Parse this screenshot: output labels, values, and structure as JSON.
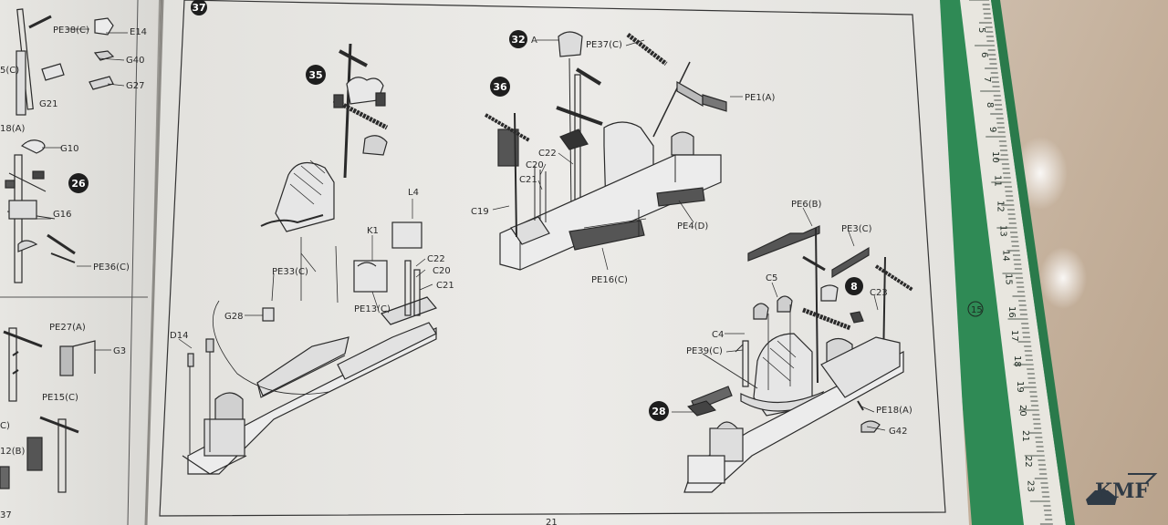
{
  "labels_left": [
    "PE38(C)",
    "E14",
    "G40",
    "G27",
    "G21",
    "G10",
    "G16",
    "PE36(C)",
    "PE27(A)",
    "G3",
    "PE15(C)"
  ],
  "labels_left_partial": [
    "5(C)",
    "18(A)",
    "C)",
    "12(B)",
    "37"
  ],
  "labels_main": [
    "A",
    "PE37(C)",
    "PE1(A)",
    "C22",
    "C20",
    "C21",
    "C19",
    "PE4(D)",
    "PE16(C)",
    "L4",
    "K1",
    "C22",
    "C20",
    "C21",
    "PE33(C)",
    "PE13(C)",
    "G28",
    "D14",
    "PE6(B)",
    "PE3(C)",
    "C5",
    "C23",
    "C4",
    "PE39(C)",
    "PE18(A)",
    "G42"
  ],
  "step_numbers": [
    "37",
    "35",
    "32",
    "36",
    "26",
    "8",
    "28"
  ],
  "page_number": "21",
  "ruler_numbers": [
    "5",
    "6",
    "7",
    "8",
    "9",
    "10",
    "11",
    "12",
    "13",
    "14",
    "15",
    "16",
    "17",
    "18",
    "19",
    "20",
    "21",
    "22",
    "23"
  ],
  "ruler_circle": "15",
  "logo_text": "KMF",
  "colors": {
    "paper": "#e9e8e4",
    "ruler": "#2f8a55",
    "desk": "#c9b7a3",
    "ink": "#2a2a2a"
  }
}
